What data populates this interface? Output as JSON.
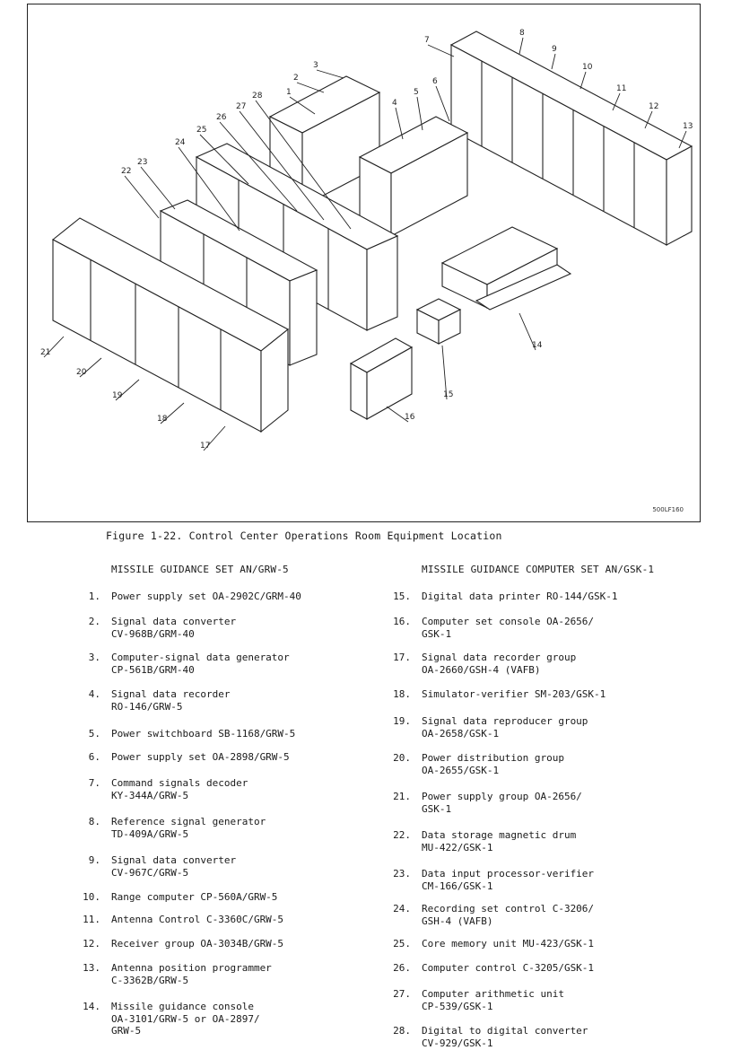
{
  "figure": {
    "caption": "Figure 1-22.  Control Center Operations Room Equipment Location",
    "code": "500LF160",
    "callouts": [
      "1",
      "2",
      "3",
      "4",
      "5",
      "6",
      "7",
      "8",
      "9",
      "10",
      "11",
      "12",
      "13",
      "14",
      "15",
      "16",
      "17",
      "18",
      "19",
      "20",
      "21",
      "22",
      "23",
      "24",
      "25",
      "26",
      "27",
      "28"
    ]
  },
  "legend": {
    "left_heading": "MISSILE GUIDANCE SET AN/GRW-5",
    "right_heading": "MISSILE GUIDANCE COMPUTER SET AN/GSK-1",
    "left_items": [
      {
        "num": "1.",
        "text": "Power supply set OA-2902C/GRM-40"
      },
      {
        "num": "2.",
        "text": "Signal data converter\nCV-968B/GRM-40"
      },
      {
        "num": "3.",
        "text": "Computer-signal data generator\nCP-561B/GRM-40"
      },
      {
        "num": "4.",
        "text": "Signal data recorder\nRO-146/GRW-5"
      },
      {
        "num": "5.",
        "text": "Power switchboard SB-1168/GRW-5"
      },
      {
        "num": "6.",
        "text": "Power supply set OA-2898/GRW-5"
      },
      {
        "num": "7.",
        "text": "Command signals decoder\nKY-344A/GRW-5"
      },
      {
        "num": "8.",
        "text": "Reference signal generator\nTD-409A/GRW-5"
      },
      {
        "num": "9.",
        "text": "Signal data converter\nCV-967C/GRW-5"
      },
      {
        "num": "10.",
        "text": "Range computer CP-560A/GRW-5"
      },
      {
        "num": "11.",
        "text": "Antenna Control C-3360C/GRW-5"
      },
      {
        "num": "12.",
        "text": "Receiver group OA-3034B/GRW-5"
      },
      {
        "num": "13.",
        "text": "Antenna position programmer\nC-3362B/GRW-5"
      },
      {
        "num": "14.",
        "text": "Missile guidance console\nOA-3101/GRW-5 or OA-2897/\nGRW-5"
      }
    ],
    "right_items": [
      {
        "num": "15.",
        "text": "Digital data printer RO-144/GSK-1"
      },
      {
        "num": "16.",
        "text": "Computer set console OA-2656/\nGSK-1"
      },
      {
        "num": "17.",
        "text": "Signal data recorder group\nOA-2660/GSH-4 (VAFB)"
      },
      {
        "num": "18.",
        "text": "Simulator-verifier SM-203/GSK-1"
      },
      {
        "num": "19.",
        "text": "Signal data reproducer group\nOA-2658/GSK-1"
      },
      {
        "num": "20.",
        "text": "Power distribution group\nOA-2655/GSK-1"
      },
      {
        "num": "21.",
        "text": "Power supply group OA-2656/\nGSK-1"
      },
      {
        "num": "22.",
        "text": "Data storage magnetic drum\nMU-422/GSK-1"
      },
      {
        "num": "23.",
        "text": "Data input processor-verifier\nCM-166/GSK-1"
      },
      {
        "num": "24.",
        "text": "Recording set control C-3206/\nGSH-4 (VAFB)"
      },
      {
        "num": "25.",
        "text": "Core memory unit MU-423/GSK-1"
      },
      {
        "num": "26.",
        "text": "Computer control C-3205/GSK-1"
      },
      {
        "num": "27.",
        "text": "Computer arithmetic unit\nCP-539/GSK-1"
      },
      {
        "num": "28.",
        "text": "Digital to digital converter\nCV-929/GSK-1"
      }
    ]
  }
}
